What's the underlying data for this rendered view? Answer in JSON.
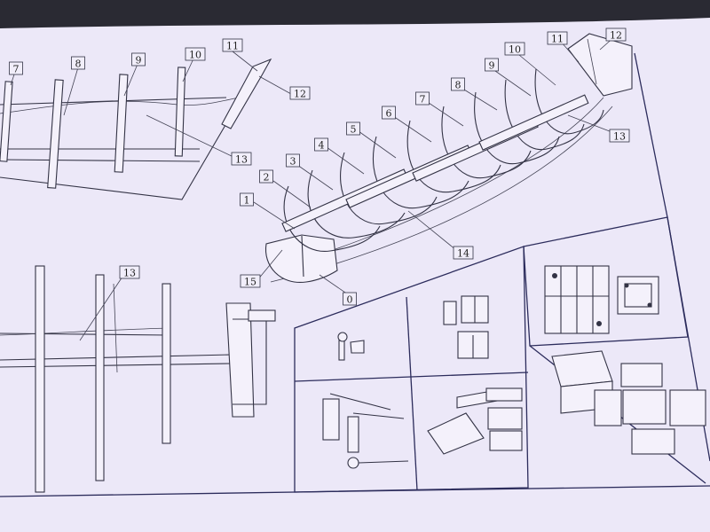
{
  "sheet": {
    "paper_color": "#ece8f8",
    "ink_color": "#333345",
    "labels": {
      "top_left": [
        "7",
        "8",
        "9",
        "10",
        "11",
        "12",
        "13"
      ],
      "hull": [
        "1",
        "2",
        "3",
        "4",
        "5",
        "6",
        "7",
        "8",
        "9",
        "10",
        "11",
        "12",
        "13",
        "14",
        "15",
        "0"
      ],
      "bottom_left": [
        "13"
      ]
    }
  }
}
